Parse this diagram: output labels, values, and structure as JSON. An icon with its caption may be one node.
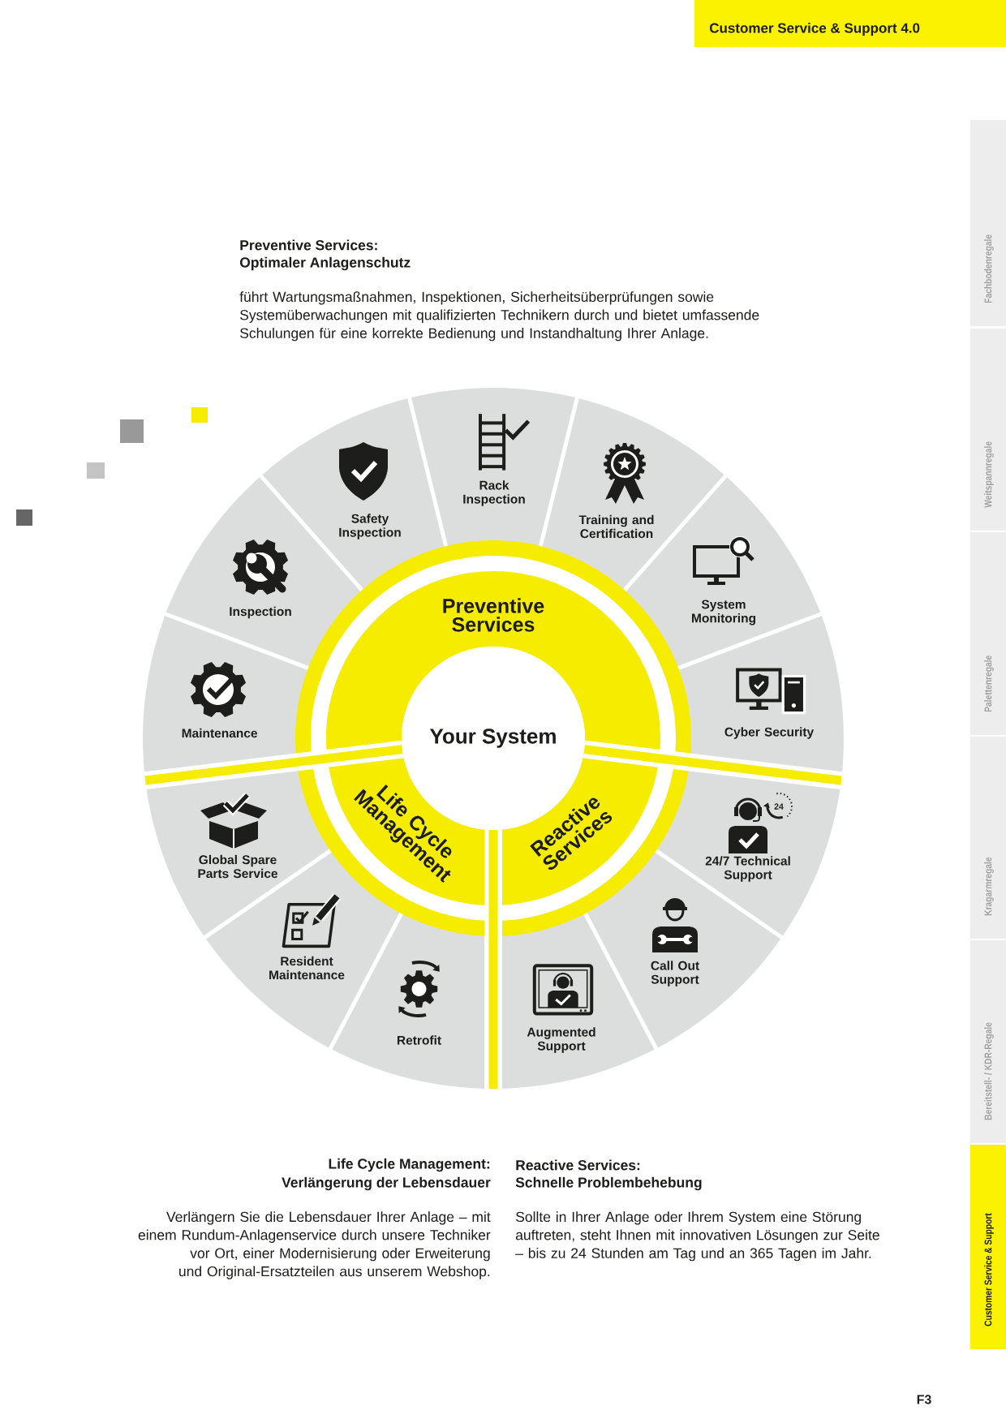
{
  "diagram": {
    "nodes": [
      {
        "text": [
          "Your System"
        ]
      },
      {
        "text": [
          "Preventive Services"
        ]
      },
      {
        "text": [
          "Reactive Services"
        ]
      },
      {
        "text": [
          "Life Cycle Management"
        ]
      },
      {
        "text": [
          "Maintenance"
        ]
      },
      {
        "text": [
          "Inspection"
        ]
      },
      {
        "text": [
          "Safety Inspection"
        ]
      },
      {
        "text": [
          "Rack Inspection"
        ]
      },
      {
        "text": [
          "Training and Certification"
        ]
      },
      {
        "text": [
          "System Monitoring"
        ]
      },
      {
        "text": [
          "Cyber Security"
        ]
      },
      {
        "text": [
          "24/7 Technical Support"
        ]
      },
      {
        "text": [
          "Call Out Support"
        ]
      },
      {
        "text": [
          "Augmented Support"
        ]
      },
      {
        "text": [
          "Retrofit"
        ]
      },
      {
        "text": [
          "Resident Maintenance"
        ]
      },
      {
        "text": [
          "Global Spare Parts Service"
        ]
      }
    ],
    "labels": [
      "Customer Service & Support 4.0",
      "Preventive Services:",
      "Optimaler Anlagenschutz",
      "führt Wartungsmaßnahmen, Inspektionen, Sicherheitsüberprüfungen sowie Systemüberwachungen mit qualifizierten Technikern durch und bietet umfassende Schulungen für eine korrekte Bedienung und Instandhaltung Ihrer Anlage.",
      "24",
      "Life Cycle Management:",
      "Verlängerung der Lebensdauer",
      "Verlängern Sie die Lebensdauer Ihrer Anlage – mit einem Rundum-Anlagenservice durch unsere Techniker vor Ort, einer Modernisierung oder Erweiterung und Original-Ersatzteilen aus unserem Webshop.",
      "Reactive Services:",
      "Schnelle Problembehebung",
      "Sollte in Ihrer Anlage oder Ihrem System eine Störung auftreten, steht Ihnen mit innovativen Lösungen zur Seite – bis zu 24 Stunden am Tag und an 365 Tagen im Jahr.",
      "Fachbodenregale",
      "Weitspannregale",
      "Palettenregale",
      "Kragarmregale",
      "Bereitstell- / KDR-Regale",
      "Customer Service & Support",
      "F3"
    ]
  }
}
